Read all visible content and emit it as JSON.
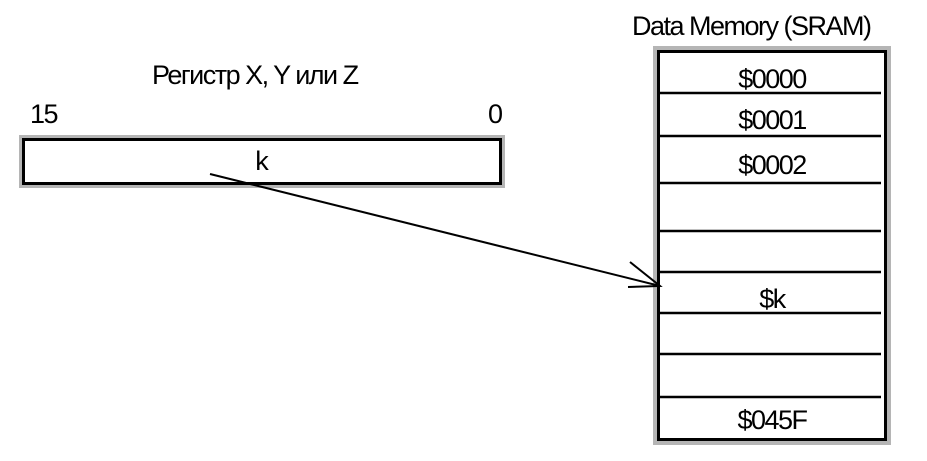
{
  "register": {
    "title": "Регистр X, Y или Z",
    "bit_high": "15",
    "bit_low": "0",
    "value": "k"
  },
  "memory": {
    "title": "Data Memory (SRAM)",
    "cells": [
      "$0000",
      "$0001",
      "$0002",
      "",
      "",
      "$k",
      "",
      "",
      "$045F"
    ]
  }
}
